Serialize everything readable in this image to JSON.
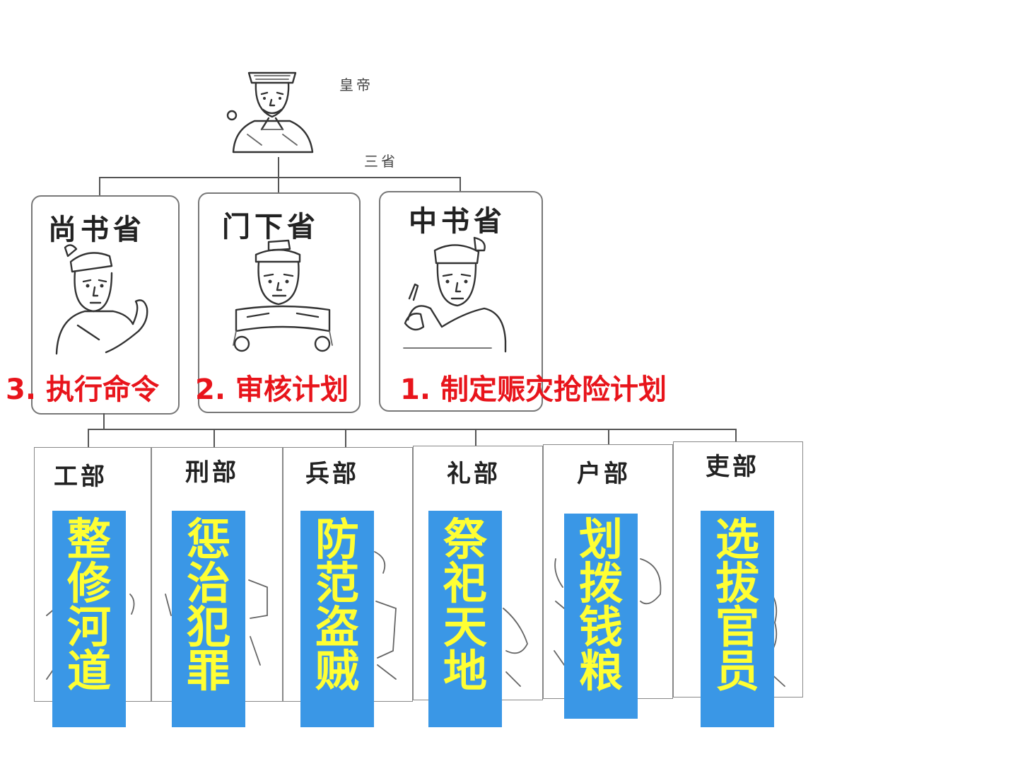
{
  "emperor": {
    "label": "皇帝"
  },
  "three_departments_label": "三省",
  "departments": [
    {
      "name": "尚书省",
      "step": "3. 执行命令"
    },
    {
      "name": "门下省",
      "step": "2. 审核计划"
    },
    {
      "name": "中书省",
      "step": "1. 制定赈灾抢险计划"
    }
  ],
  "ministries": [
    {
      "name": "工部",
      "duty": [
        "整",
        "修",
        "河",
        "道"
      ]
    },
    {
      "name": "刑部",
      "duty": [
        "惩",
        "治",
        "犯",
        "罪"
      ]
    },
    {
      "name": "兵部",
      "duty": [
        "防",
        "范",
        "盗",
        "贼"
      ]
    },
    {
      "name": "礼部",
      "duty": [
        "祭",
        "祀",
        "天",
        "地"
      ]
    },
    {
      "name": "户部",
      "duty": [
        "划",
        "拨",
        "钱",
        "粮"
      ]
    },
    {
      "name": "吏部",
      "duty": [
        "选",
        "拔",
        "官",
        "员"
      ]
    }
  ],
  "colors": {
    "step_text": "#e8141b",
    "duty_bg": "#3a97e6",
    "duty_text": "#ffff33"
  }
}
